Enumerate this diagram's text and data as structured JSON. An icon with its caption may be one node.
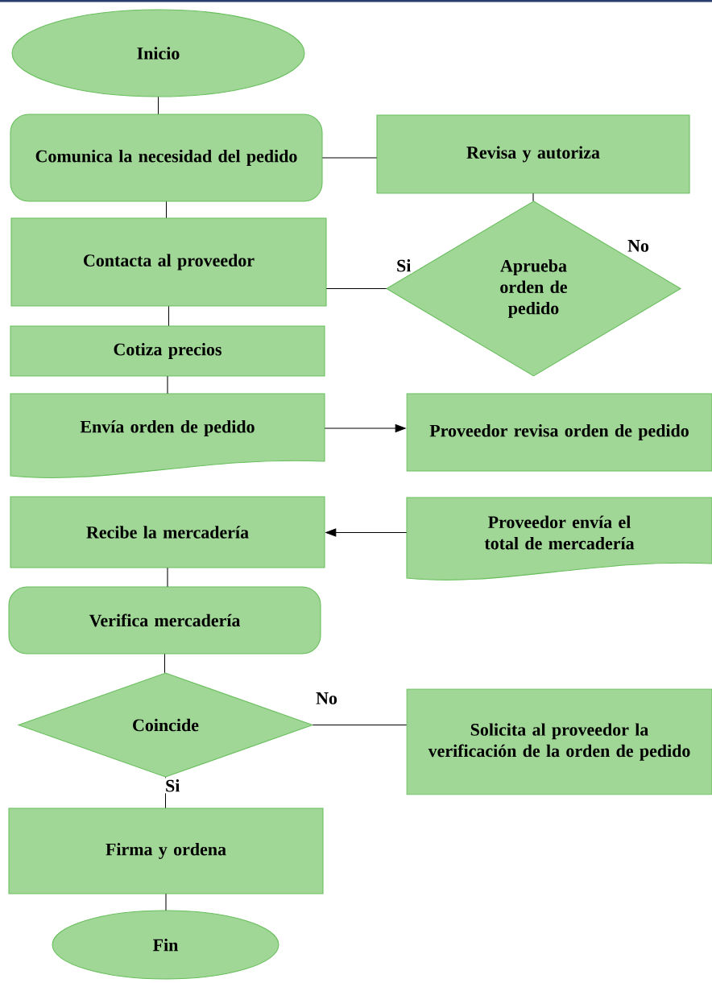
{
  "diagram": {
    "nodes": [
      {
        "text": [
          "Inicio"
        ]
      },
      {
        "text": [
          "Comunica la necesidad del pedido"
        ]
      },
      {
        "text": [
          "Revisa y autoriza"
        ]
      },
      {
        "text": [
          "Aprueba orden de pedido"
        ]
      },
      {
        "text": [
          "Contacta al proveedor"
        ]
      },
      {
        "text": [
          "Cotiza precios"
        ]
      },
      {
        "text": [
          "Envía orden de pedido"
        ]
      },
      {
        "text": [
          "Proveedor revisa orden de pedido"
        ]
      },
      {
        "text": [
          "Recibe la mercadería"
        ]
      },
      {
        "text": [
          "Proveedor envía el total de mercadería"
        ]
      },
      {
        "text": [
          "Verifica mercadería"
        ]
      },
      {
        "text": [
          "Coincide"
        ]
      },
      {
        "text": [
          "Solicita al proveedor la verificación de la orden de pedido"
        ]
      },
      {
        "text": [
          "Firma y ordena"
        ]
      },
      {
        "text": [
          "Fin"
        ]
      }
    ],
    "edges": [
      {
        "from": 0,
        "to": 1,
        "arrow": "none"
      },
      {
        "from": 1,
        "to": 2,
        "arrow": "none"
      },
      {
        "from": 2,
        "to": 3,
        "arrow": "none"
      },
      {
        "from": 3,
        "to": 4,
        "arrow": "none",
        "label": "Si"
      },
      {
        "from": 1,
        "to": 4,
        "arrow": "none"
      },
      {
        "from": 4,
        "to": 5,
        "arrow": "none"
      },
      {
        "from": 5,
        "to": 6,
        "arrow": "none"
      },
      {
        "from": 6,
        "to": 7,
        "arrow": "to"
      },
      {
        "from": 9,
        "to": 8,
        "arrow": "to"
      },
      {
        "from": 8,
        "to": 10,
        "arrow": "none"
      },
      {
        "from": 10,
        "to": 11,
        "arrow": "none"
      },
      {
        "from": 11,
        "to": 12,
        "arrow": "none",
        "label": "No"
      },
      {
        "from": 11,
        "to": 13,
        "arrow": "none",
        "label": "Si"
      },
      {
        "from": 13,
        "to": 14,
        "arrow": "none"
      }
    ],
    "labels": [
      "No"
    ]
  }
}
